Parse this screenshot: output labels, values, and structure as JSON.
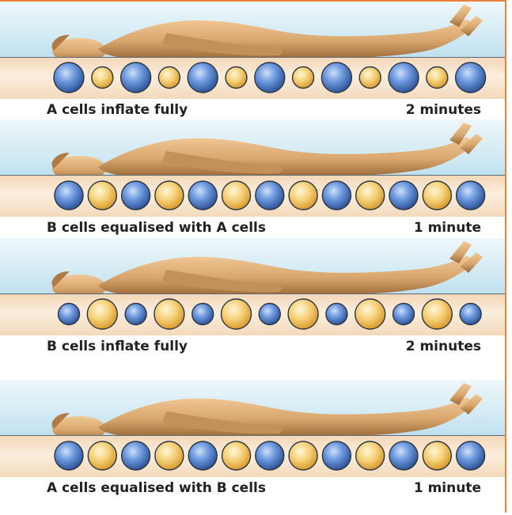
{
  "phases": [
    {
      "label": "A cells inflate fully",
      "duration": "2 minutes",
      "a_cells": "inflated",
      "b_cells": "deflated"
    },
    {
      "label": "B cells equalised with A cells",
      "duration": "1 minute",
      "a_cells": "equal",
      "b_cells": "equal"
    },
    {
      "label": "B cells inflate fully",
      "duration": "2 minutes",
      "a_cells": "deflated",
      "b_cells": "inflated"
    },
    {
      "label": "A cells equalised with B cells",
      "duration": "1 minute",
      "a_cells": "equal",
      "b_cells": "equal"
    }
  ],
  "cell_counts": {
    "a_cells": 7,
    "b_cells": 6
  },
  "colors": {
    "a_cell": "#4f7ec9",
    "b_cell": "#f2c65a",
    "frame": "#e8823a",
    "skin": "#d8a66d"
  }
}
